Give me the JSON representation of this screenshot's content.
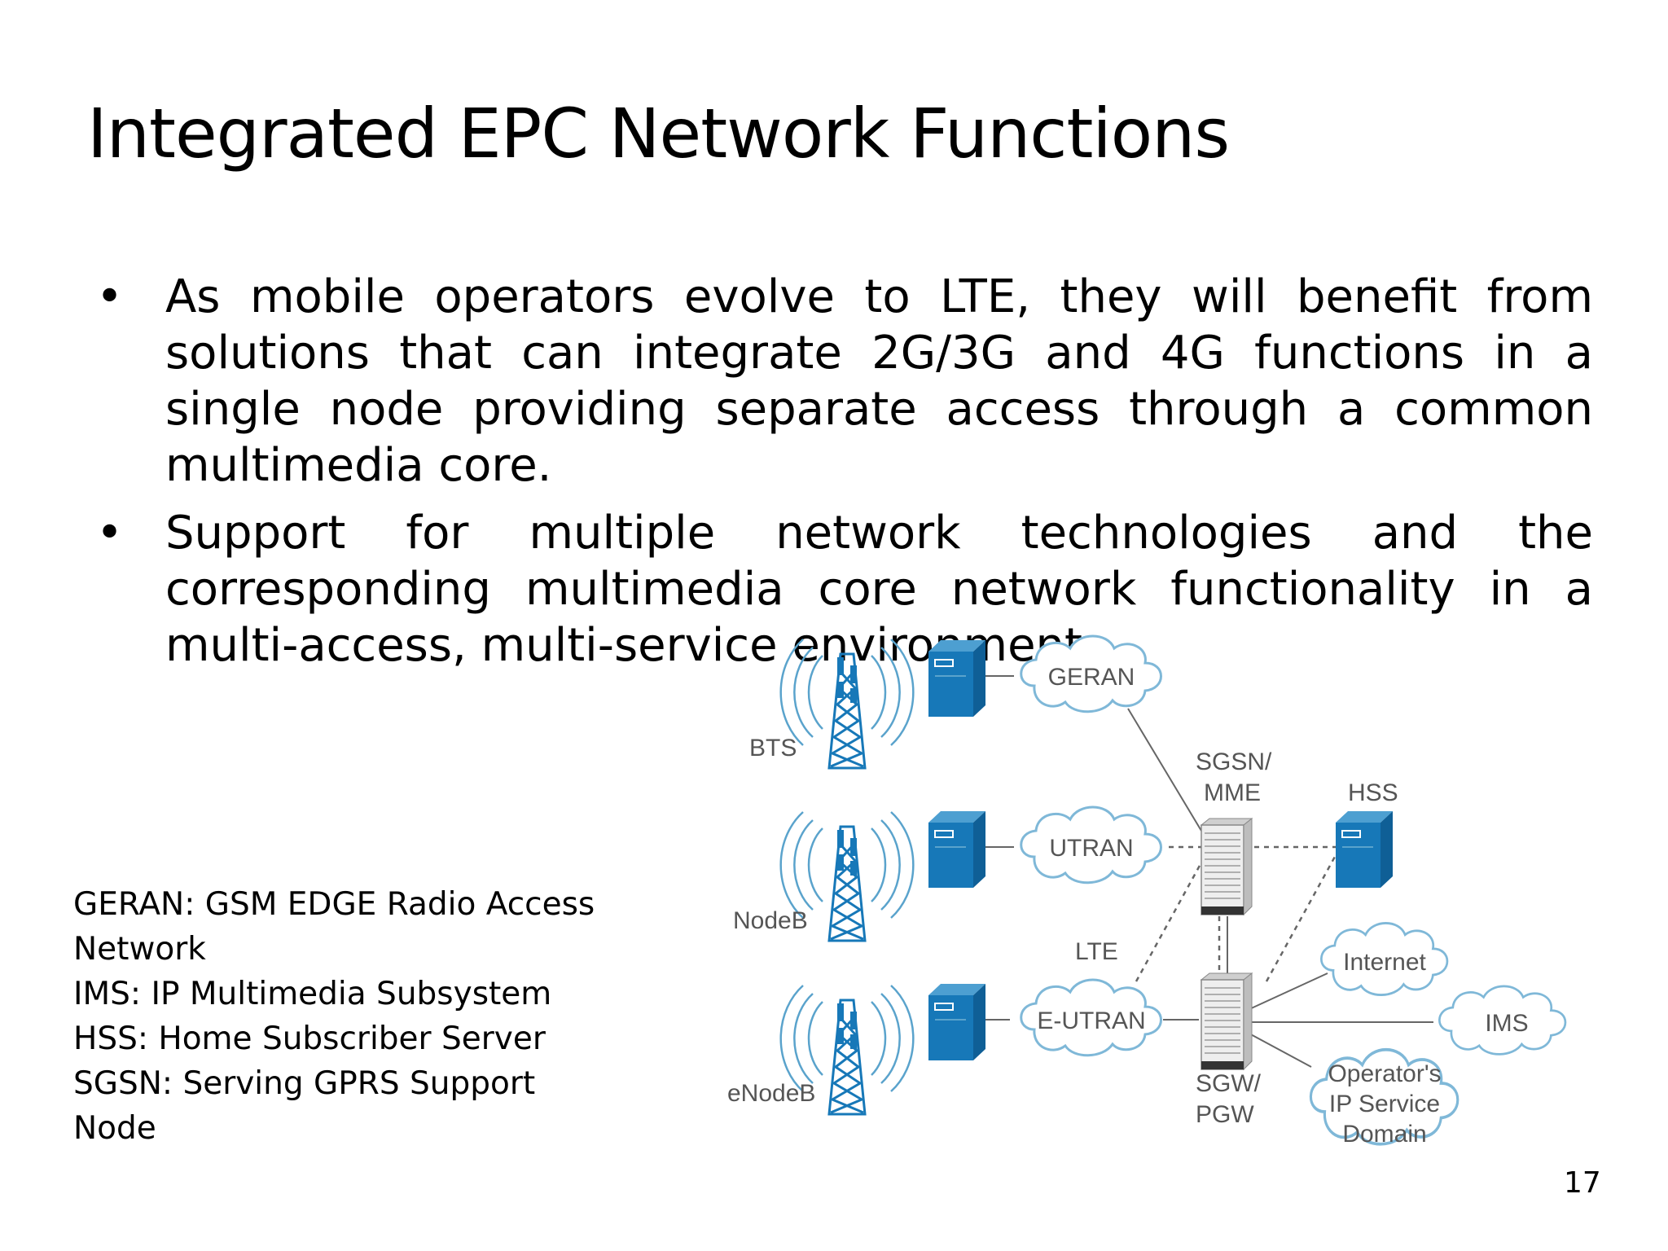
{
  "slide": {
    "title": "Integrated EPC Network Functions",
    "bullets": [
      "As mobile operators evolve to LTE, they will benefit from solutions that can integrate 2G/3G and 4G functions in a single node providing separate access through a common multimedia core.",
      "Support for multiple network technologies and the corresponding multimedia core network functionality in a multi-access, multi-service environment."
    ],
    "bullet_symbol": "•",
    "glossary": [
      "GERAN: GSM EDGE Radio Access Network",
      "IMS: IP Multimedia Subsystem",
      "HSS: Home Subscriber Server",
      "SGSN: Serving GPRS Support Node"
    ],
    "page_number": "17"
  },
  "diagram": {
    "towers": [
      "BTS",
      "NodeB",
      "eNodeB"
    ],
    "radio_networks": [
      "GERAN",
      "UTRAN",
      "E-UTRAN"
    ],
    "lte_label": "LTE",
    "core_nodes": {
      "sgsn_mme": [
        "SGSN/",
        "MME"
      ],
      "hss": "HSS",
      "sgw_pgw": [
        "SGW/",
        "PGW"
      ]
    },
    "services": {
      "internet": "Internet",
      "ims": "IMS",
      "operator": [
        "Operator's",
        "IP Service",
        "Domain"
      ]
    },
    "colors": {
      "equipment_blue": "#1778b8",
      "wave_blue": "#5aa3cc",
      "cloud_outline": "#7fb8d8",
      "label_gray": "#555555",
      "line_gray": "#666666"
    }
  }
}
